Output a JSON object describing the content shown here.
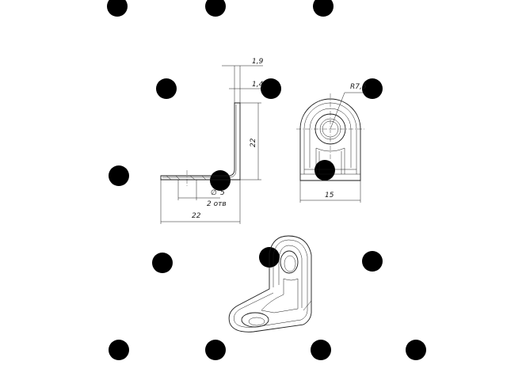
{
  "drawing": {
    "dimensions": {
      "thickness_outer": "1,9",
      "thickness_inner": "1,4",
      "height": "22",
      "hole_diameter": "5",
      "hole_count": "2 отв",
      "length": "22",
      "width": "15",
      "radius": "R7,5"
    },
    "hole_diameter_symbol": "∅",
    "watermark_color": "#f0dc9a",
    "line_color": "#1a1a1a"
  }
}
